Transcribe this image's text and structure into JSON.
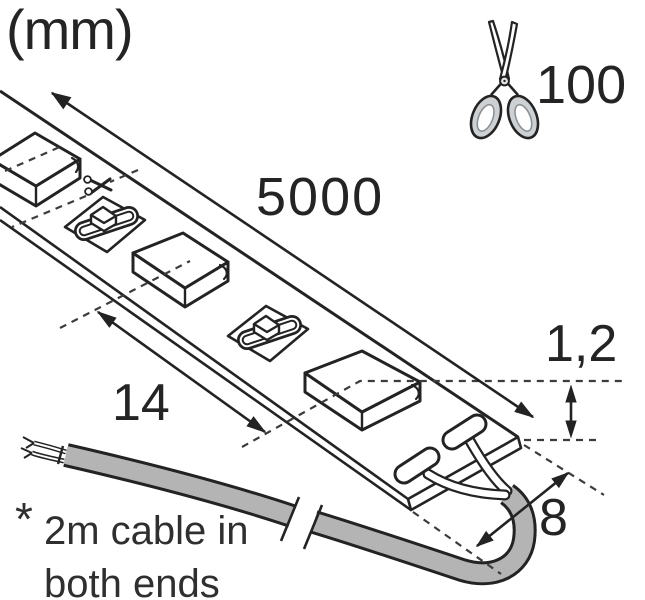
{
  "unit": {
    "label": "(mm)"
  },
  "dimensions": {
    "cut_interval": "100",
    "strip_length": "5000",
    "led_pitch": "14",
    "thickness": "1,2",
    "strip_width": "8"
  },
  "note": {
    "asterisk": "*",
    "line1": "2m cable in",
    "line2": "both ends"
  },
  "icons": {
    "top_right": "scissors-icon",
    "cut_marker": "scissors-icon"
  },
  "colors": {
    "line": "#232323",
    "dashed_line": "#3c3c3c",
    "cable_gray": "#b4b4b4",
    "handle_gray": "#cdd1d4",
    "background": "#ffffff"
  }
}
